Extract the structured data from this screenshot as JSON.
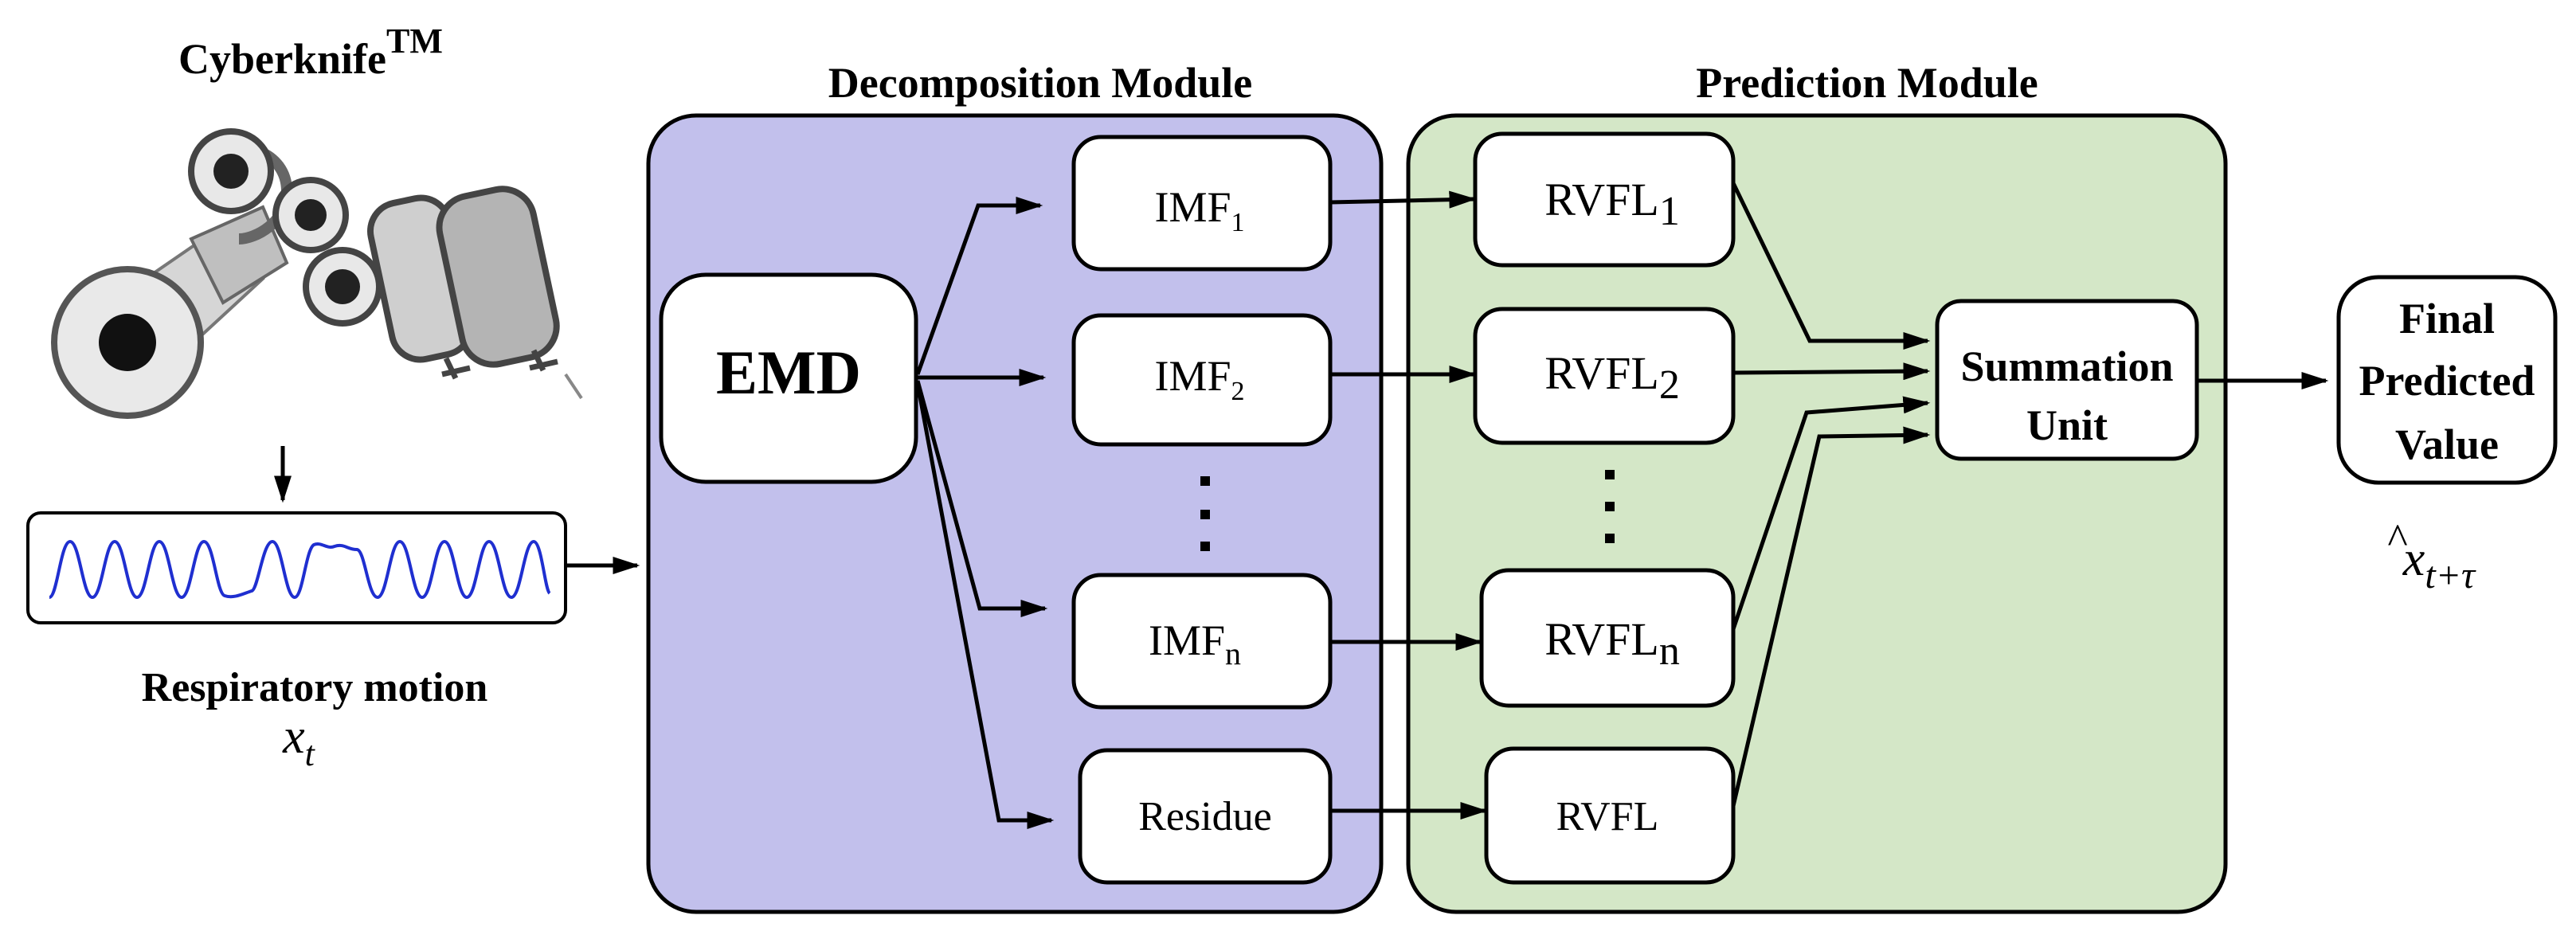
{
  "colors": {
    "decomposition_fill": "#c2c0ec",
    "prediction_fill": "#d4e7c7",
    "signal_line": "#1f2fd0",
    "box_fill": "#ffffff",
    "stroke": "#000000"
  },
  "robot": {
    "title": "Cyberknife",
    "title_sup": "TM",
    "icon": "robot-arm-icon"
  },
  "signal": {
    "label": "Respiratory motion",
    "var_base": "x",
    "var_sub": "t",
    "icon": "waveform-icon"
  },
  "decomposition": {
    "title": "Decomposition Module",
    "emd_label": "EMD",
    "imf_base": "IMF",
    "imf_subs": [
      "1",
      "2",
      "n"
    ],
    "residue_label": "Residue"
  },
  "prediction": {
    "title": "Prediction Module",
    "rvfl_base": "RVFL",
    "rvfl_subs": [
      "1",
      "2",
      "n"
    ],
    "rvfl_last": "RVFL"
  },
  "summation": {
    "line1": "Summation",
    "line2": "Unit"
  },
  "final": {
    "line1": "Final",
    "line2": "Predicted",
    "line3": "Value",
    "var_base": "x",
    "var_hat": "^",
    "var_sub": "t+τ"
  }
}
